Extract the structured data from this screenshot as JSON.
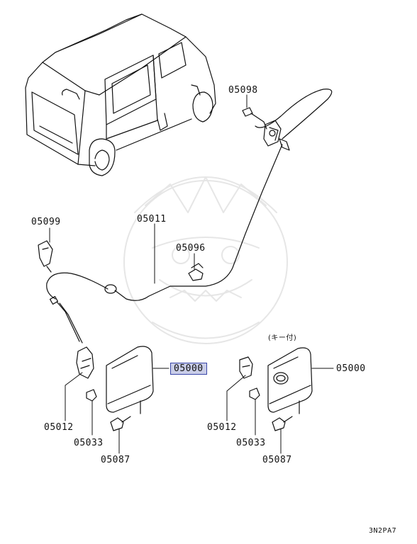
{
  "parts": {
    "fuel_door_cable": "05011",
    "cable_bracket": "05098",
    "cable_clamp": "05099",
    "grommet": "05096",
    "fuel_door_left": "05000",
    "fuel_door_right": "05000",
    "hinge_left": "05012",
    "hinge_right": "05012",
    "bumper_left": "05033",
    "bumper_right": "05033",
    "screw_left": "05087",
    "screw_right": "05087"
  },
  "note_key_type": "(キー付)",
  "diagram_ref": "3N2PA7",
  "highlight_color": "#c9cde8",
  "highlight_border": "#3a47a8"
}
